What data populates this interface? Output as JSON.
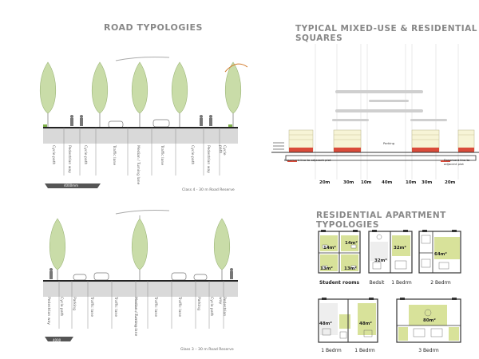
{
  "headings": {
    "road": "ROAD TYPOLOGIES",
    "squares": "TYPICAL MIXED-USE & RESIDENTIAL SQUARES",
    "apartments": "RESIDENTIAL APARTMENT TYPOLOGIES"
  },
  "road_a": {
    "caption": "Class 4 - 30 m Road Reserve",
    "scale_label": "4000mm",
    "lanes": [
      "Cycle path",
      "Pedestrian way",
      "Cycle path",
      "Traffic lane",
      "Median / Turning lane",
      "Traffic lane",
      "Cycle path",
      "Pedestrian way",
      "Cycle path"
    ]
  },
  "road_b": {
    "caption": "Glass 3 – 30 m Road Reserve",
    "scale_label": "4000",
    "lanes": [
      "Pedestrian way",
      "Cycle path",
      "Parking",
      "Traffic lane",
      "Traffic lane",
      "Median / Turning lane",
      "Traffic lane",
      "Traffic lane",
      "Parking",
      "Cycle path",
      "Pedestrian way"
    ]
  },
  "square": {
    "dimensions": [
      "20m",
      "30m",
      "10m",
      "40m",
      "10m",
      "30m",
      "20m"
    ],
    "left_note": "Basement line to adjacent plot",
    "right_note": "Basement line to adjacent plot",
    "centre_note": "Parking"
  },
  "apartments": {
    "row1": [
      {
        "label": "Student rooms",
        "areas": [
          "14m²",
          "14m²",
          "13m²",
          "13m²"
        ]
      },
      {
        "label": "Bedsit",
        "areas": [
          "32m²"
        ]
      },
      {
        "label": "1 Bedrm",
        "areas": [
          "32m²"
        ]
      },
      {
        "label": "2 Bedrm",
        "areas": [
          "64m²"
        ]
      }
    ],
    "row2": [
      {
        "label": "1 Bedrm",
        "areas": [
          "48m²"
        ]
      },
      {
        "label": "1 Bedrm",
        "areas": [
          "48m²"
        ]
      },
      {
        "label": "3 Bedrm",
        "areas": [
          "80m²"
        ]
      }
    ]
  },
  "colors": {
    "tree": "#c9dca8",
    "tree_trunk": "#999999",
    "shade": "#e7ead8",
    "floor": "#d8e29a",
    "red": "#d94b3a",
    "heading": "#888888"
  }
}
